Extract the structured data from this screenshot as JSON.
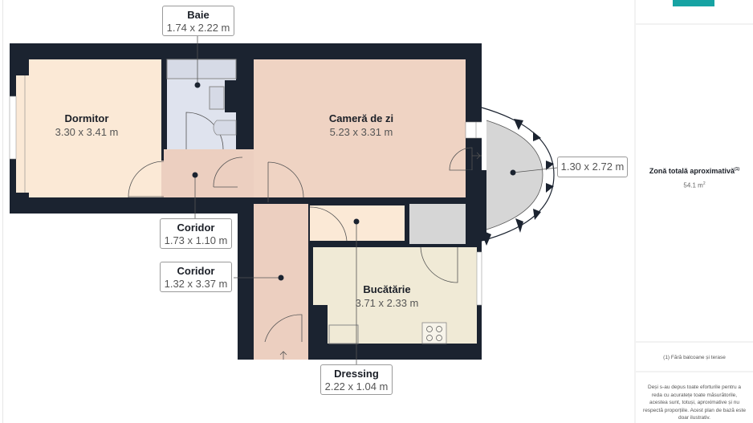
{
  "rooms": {
    "baie": {
      "name": "Baie",
      "dims": "1.74 x 2.22 m"
    },
    "dormitor": {
      "name": "Dormitor",
      "dims": "3.30 x 3.41 m"
    },
    "camera_de_zi": {
      "name": "Cameră de zi",
      "dims": "5.23 x 3.31 m"
    },
    "bay_window": {
      "dims": "1.30 x 2.72 m"
    },
    "coridor_1": {
      "name": "Coridor",
      "dims": "1.73 x 1.10 m"
    },
    "coridor_2": {
      "name": "Coridor",
      "dims": "1.32 x 3.37 m"
    },
    "bucatarie": {
      "name": "Bucătărie",
      "dims": "3.71 x 2.33 m"
    },
    "dressing": {
      "name": "Dressing",
      "dims": "2.22 x 1.04 m"
    }
  },
  "sidebar": {
    "brand_color": "#17a3a3",
    "total_area_title": "Zonă totală aproximativă",
    "total_area_footnote_marker": "(1)",
    "total_area_value": "54.1 m",
    "total_area_unit_sup": "2",
    "footnote": "(1) Fără balcoane și terase",
    "disclaimer": "Deși s-au depus toate eforturile pentru a reda cu acuratețe toate măsurătorile, acestea sunt, totuși, aproximative și nu respectă proporțiile. Acest plan de bază este doar ilustrativ."
  },
  "colors": {
    "wall": "#1b2330",
    "dormitor": "#fbe9d6",
    "baie": "#dfe3ee",
    "camera_de_zi": "#efd3c3",
    "coridor": "#eccfc0",
    "bucatarie": "#f0ead6",
    "bay": "#d6d6d6",
    "dressing": "#fbe9d6"
  }
}
